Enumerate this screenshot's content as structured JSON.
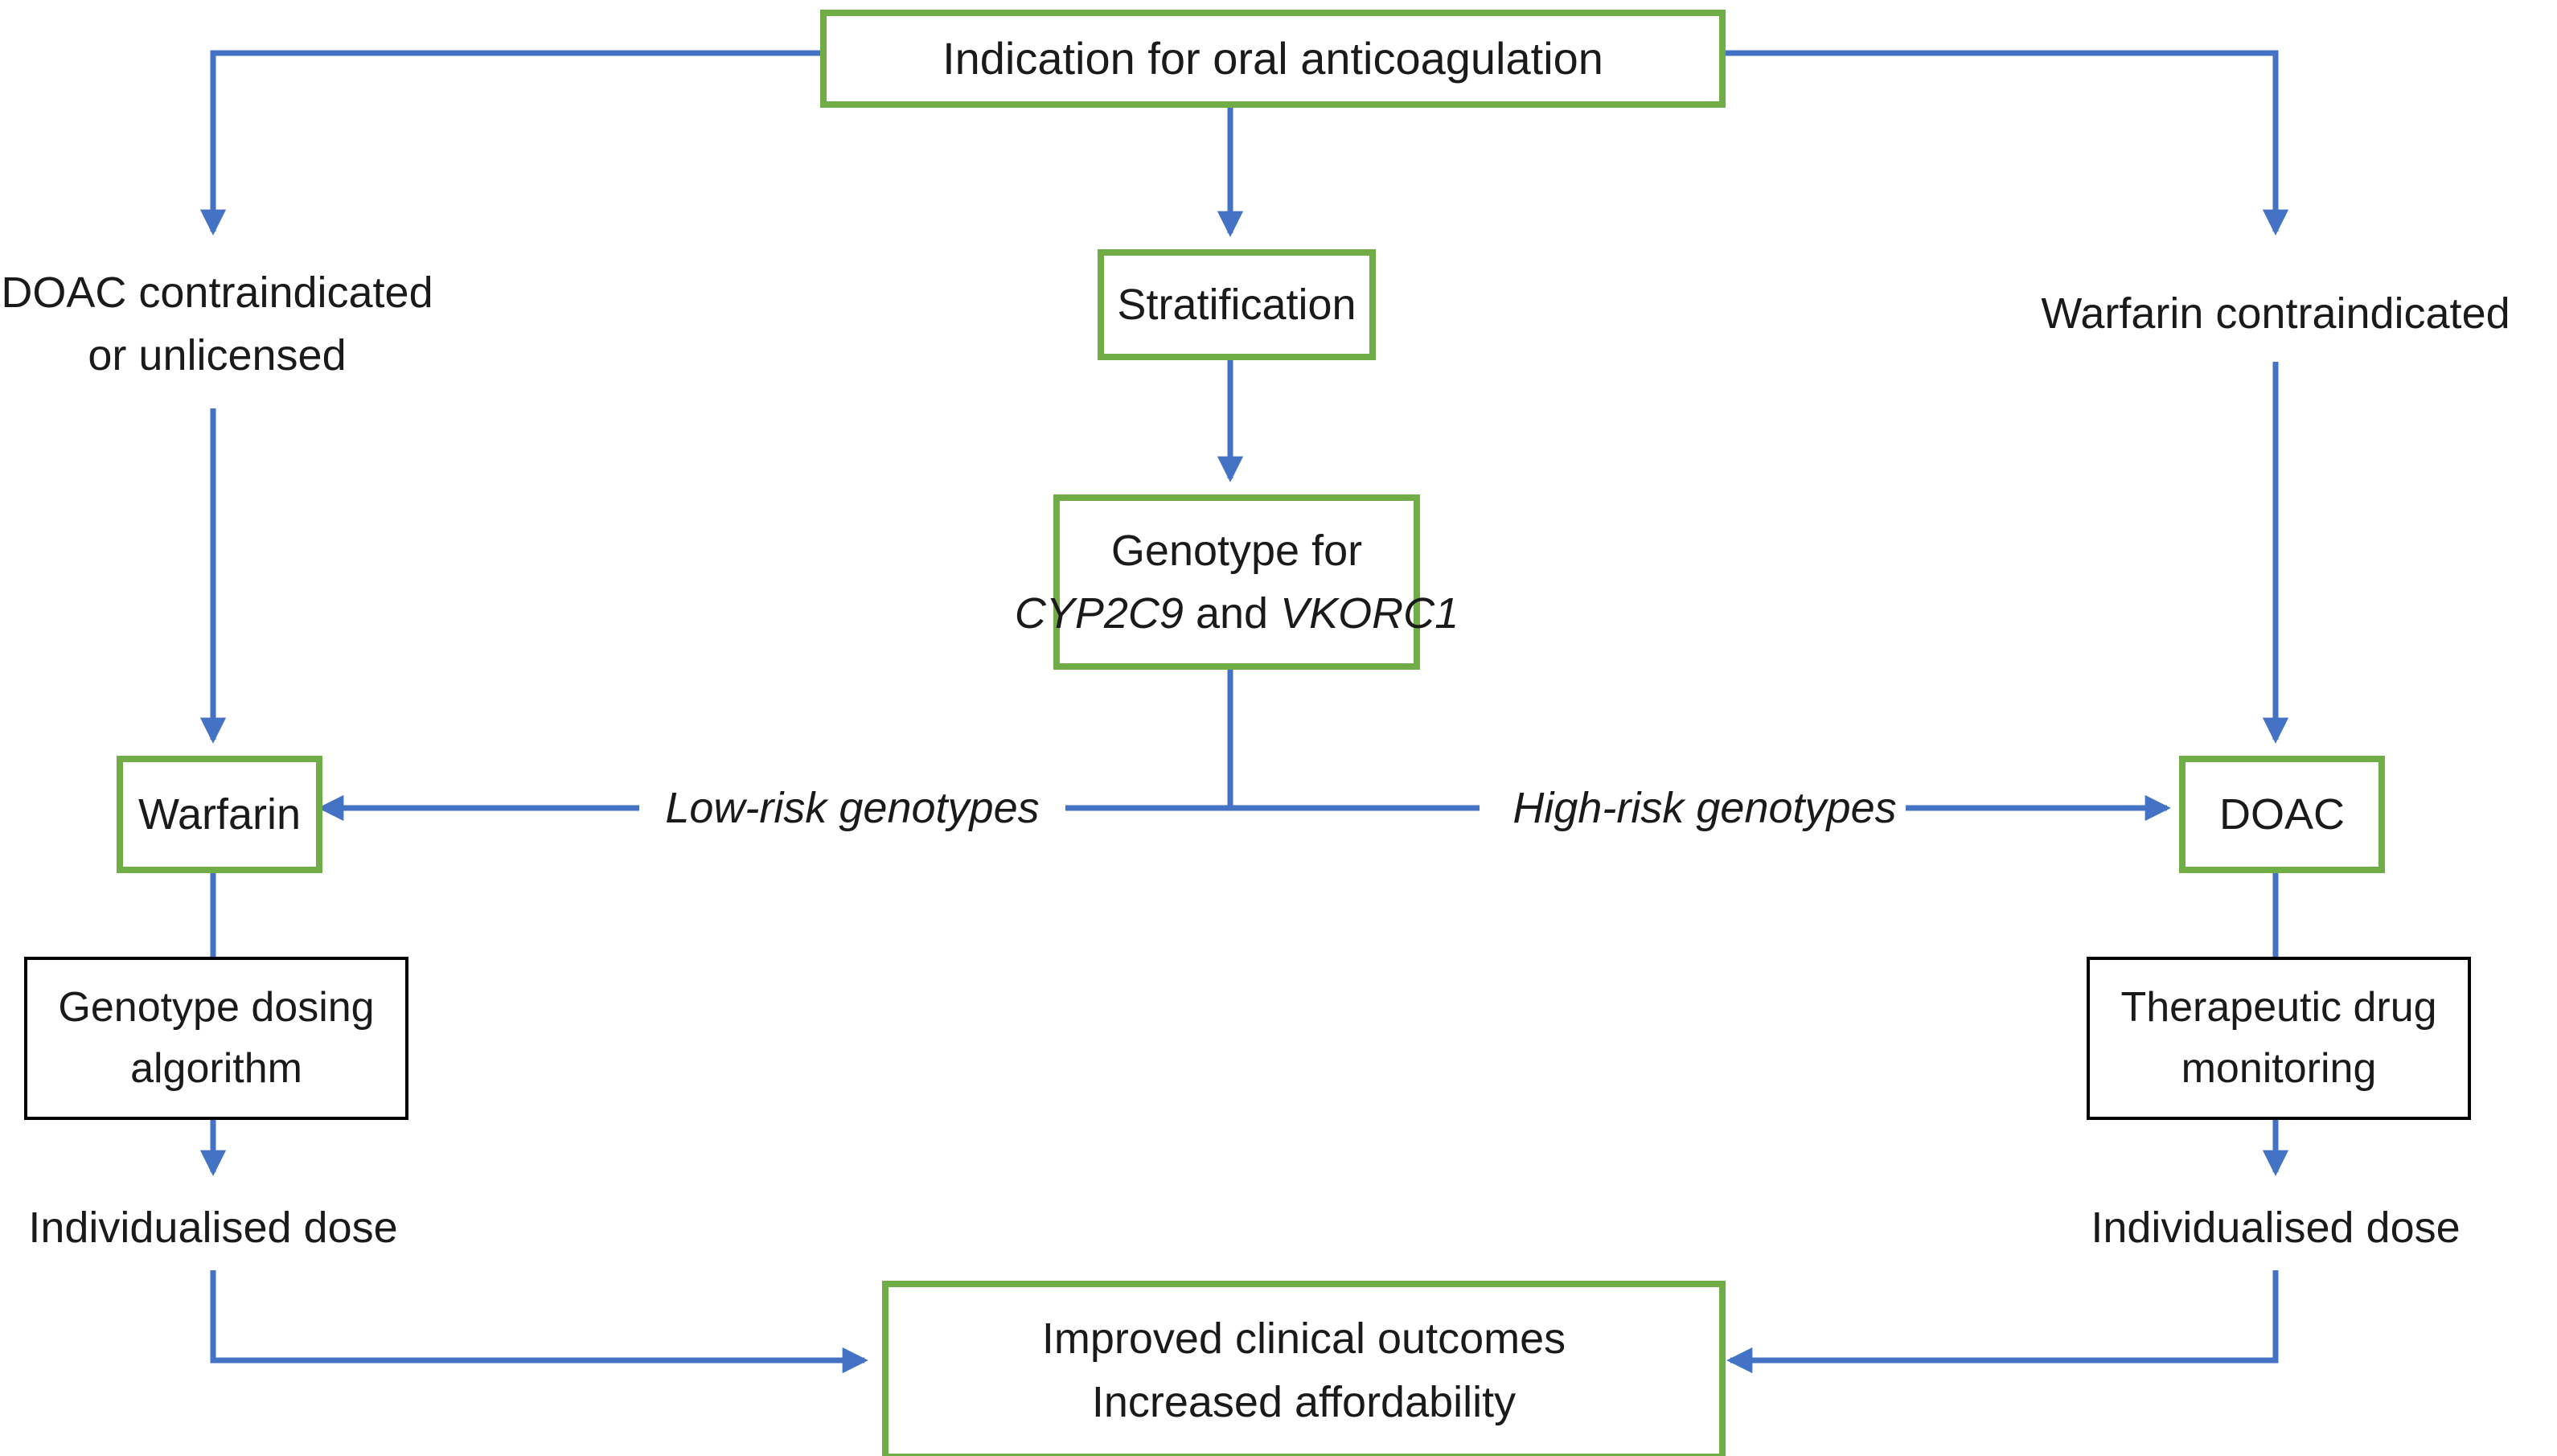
{
  "colors": {
    "box_border_green": "#70AD47",
    "box_border_black": "#000000",
    "arrow_blue": "#4472C4",
    "text": "#1a1a1a"
  },
  "nodes": {
    "indication": {
      "label": "Indication for oral anticoagulation"
    },
    "doac_contraindicated": {
      "line1": "DOAC contraindicated",
      "line2": "or unlicensed"
    },
    "stratification": {
      "label": "Stratification"
    },
    "warfarin_contraindicated": {
      "label": "Warfarin contraindicated"
    },
    "genotype": {
      "prefix": "Genotype for",
      "gene1": "CYP2C9",
      "conjunction": "and",
      "gene2": "VKORC1"
    },
    "low_risk": {
      "label": "Low-risk genotypes"
    },
    "high_risk": {
      "label": "High-risk genotypes"
    },
    "warfarin": {
      "label": "Warfarin"
    },
    "doac": {
      "label": "DOAC"
    },
    "dosing_algorithm": {
      "line1": "Genotype dosing",
      "line2": "algorithm"
    },
    "therapeutic_monitoring": {
      "line1": "Therapeutic drug",
      "line2": "monitoring"
    },
    "individualised_dose_left": {
      "label": "Individualised dose"
    },
    "individualised_dose_right": {
      "label": "Individualised dose"
    },
    "outcome": {
      "line1": "Improved clinical outcomes",
      "line2": "Increased affordability"
    }
  }
}
